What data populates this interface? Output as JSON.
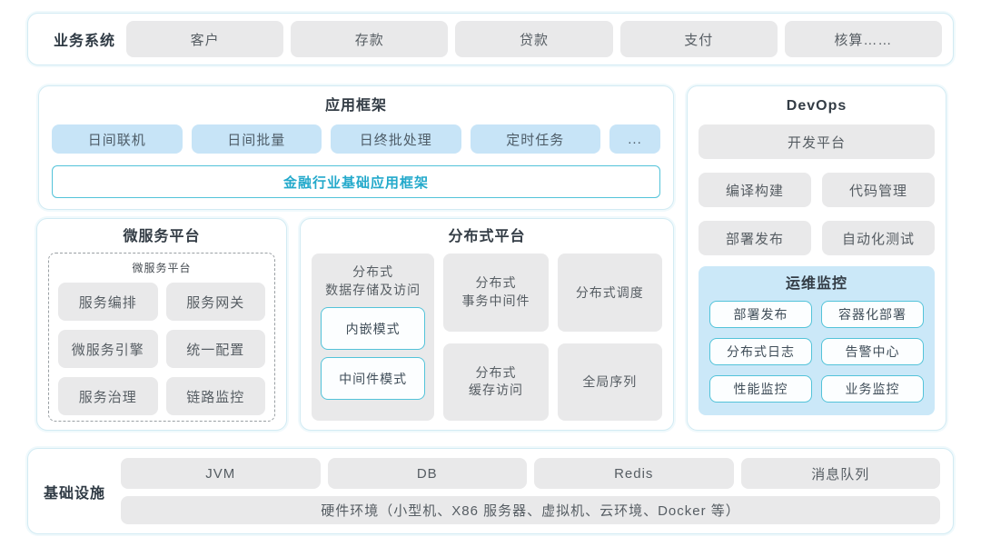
{
  "business": {
    "label": "业务系统",
    "items": [
      "客户",
      "存款",
      "贷款",
      "支付",
      "核算……"
    ]
  },
  "app_framework": {
    "title": "应用框架",
    "items": [
      "日间联机",
      "日间批量",
      "日终批处理",
      "定时任务",
      "..."
    ],
    "base_framework": "金融行业基础应用框架"
  },
  "devops": {
    "title": "DevOps",
    "dev_platform": "开发平台",
    "tools": [
      "编译构建",
      "代码管理",
      "部署发布",
      "自动化测试"
    ],
    "ops_monitor": {
      "title": "运维监控",
      "items": [
        "部署发布",
        "容器化部署",
        "分布式日志",
        "告警中心",
        "性能监控",
        "业务监控"
      ]
    }
  },
  "microservice": {
    "title": "微服务平台",
    "inner_label": "微服务平台",
    "items": [
      "服务编排",
      "服务网关",
      "微服务引擎",
      "统一配置",
      "服务治理",
      "链路监控"
    ]
  },
  "distributed": {
    "title": "分布式平台",
    "storage": {
      "label": "分布式\n数据存储及访问",
      "modes": [
        "内嵌模式",
        "中间件模式"
      ]
    },
    "transaction": "分布式\n事务中间件",
    "scheduler": "分布式调度",
    "cache": "分布式\n缓存访问",
    "sequence": "全局序列"
  },
  "infrastructure": {
    "label": "基础设施",
    "items": [
      "JVM",
      "DB",
      "Redis",
      "消息队列"
    ],
    "hardware": "硬件环境（小型机、X86 服务器、虚拟机、云环境、Docker 等）"
  },
  "colors": {
    "panel_border": "#d2ebf3",
    "gray_block": "#e9e9ea",
    "blue_block": "#c7e4f7",
    "teal_accent": "#53c3d9",
    "teal_text": "#23a9cb",
    "ops_background": "#cbe8f8"
  }
}
